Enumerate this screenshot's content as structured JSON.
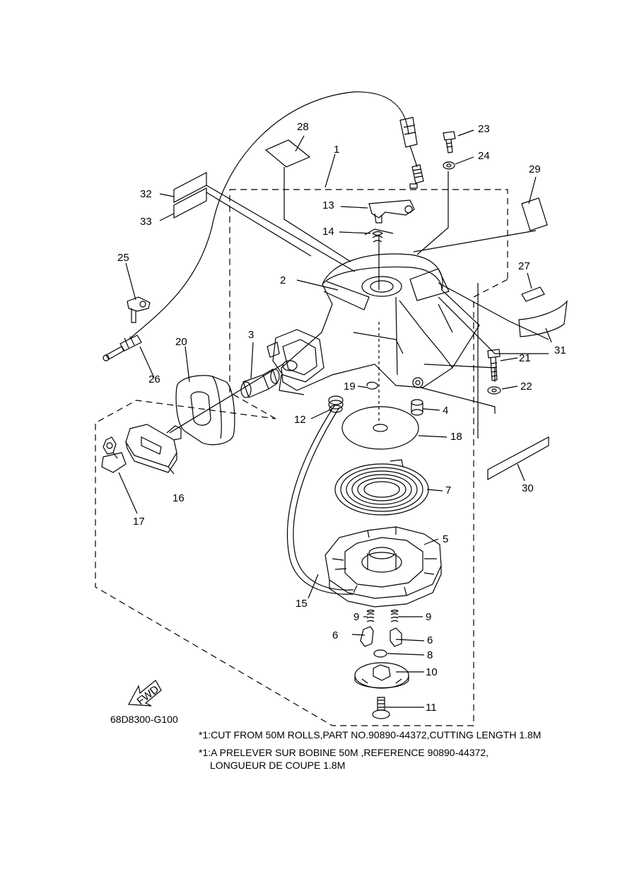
{
  "diagram_code": "68D8300-G100",
  "fwd_label": "FWD",
  "notes": [
    "*1:CUT FROM 50M ROLLS,PART NO.90890-44372,CUTTING LENGTH 1.8M",
    "*1:A PRELEVER SUR BOBINE 50M ,REFERENCE 90890-44372,",
    "LONGUEUR DE COUPE 1.8M"
  ],
  "callouts": {
    "c1": "1",
    "c2": "2",
    "c3": "3",
    "c4": "4",
    "c5": "5",
    "c6a": "6",
    "c6b": "6",
    "c7": "7",
    "c8": "8",
    "c9a": "9",
    "c9b": "9",
    "c10": "10",
    "c11": "11",
    "c12": "12",
    "c13": "13",
    "c14": "14",
    "c15": "15",
    "c16": "16",
    "c17": "17",
    "c18": "18",
    "c19": "19",
    "c20": "20",
    "c21": "21",
    "c22": "22",
    "c23": "23",
    "c24": "24",
    "c25": "25",
    "c26": "26",
    "c27": "27",
    "c28": "28",
    "c29": "29",
    "c30": "30",
    "c31": "31",
    "c32": "32",
    "c33": "33"
  }
}
